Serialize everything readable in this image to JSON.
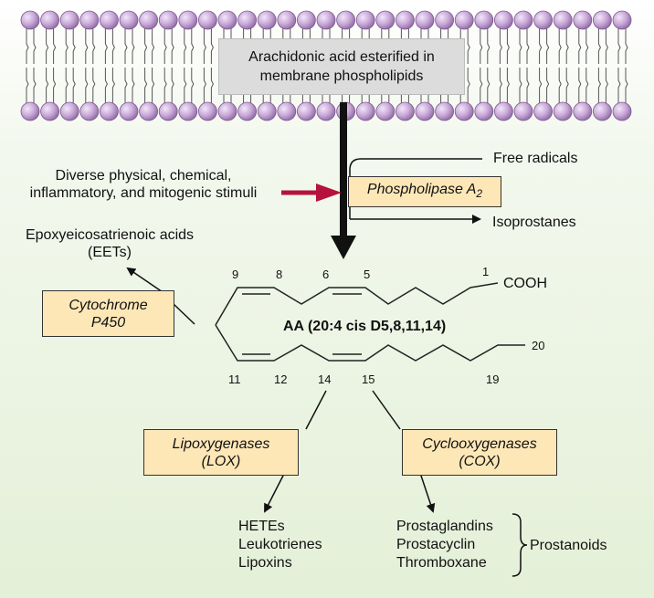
{
  "membrane": {
    "line1": "Arachidonic acid esterified in",
    "line2": "membrane phospholipids"
  },
  "stimuli": {
    "line1": "Diverse physical, chemical,",
    "line2": "inflammatory, and mitogenic stimuli"
  },
  "phospholipase": {
    "name": "Phospholipase A",
    "subscript": "2"
  },
  "outputs": {
    "free_radicals": "Free radicals",
    "isoprostanes": "Isoprostanes"
  },
  "eets": {
    "line1": "Epoxyeicosatrienoic acids",
    "line2": "(EETs)"
  },
  "cytochrome": {
    "line1": "Cytochrome",
    "line2": "P450"
  },
  "molecule": {
    "label": "AA (20:4 cis D5,8,11,14)",
    "cooh": "COOH",
    "carbon_numbers": {
      "c9": "9",
      "c8": "8",
      "c6": "6",
      "c5": "5",
      "c1": "1",
      "c11": "11",
      "c12": "12",
      "c14": "14",
      "c15": "15",
      "c19": "19",
      "c20": "20"
    }
  },
  "lox": {
    "line1": "Lipoxygenases",
    "line2": "(LOX)",
    "products": [
      "HETEs",
      "Leukotrienes",
      "Lipoxins"
    ]
  },
  "cox": {
    "line1": "Cyclooxygenases",
    "line2": "(COX)",
    "products": [
      "Prostaglandins",
      "Prostacyclin",
      "Thromboxane"
    ],
    "group_label": "Prostanoids"
  },
  "colors": {
    "phospholipid_head": "#c9a8d8",
    "red_arrow": "#b5123c",
    "box_fill": "#fde7b7",
    "label_fill": "#dcdcdc"
  }
}
